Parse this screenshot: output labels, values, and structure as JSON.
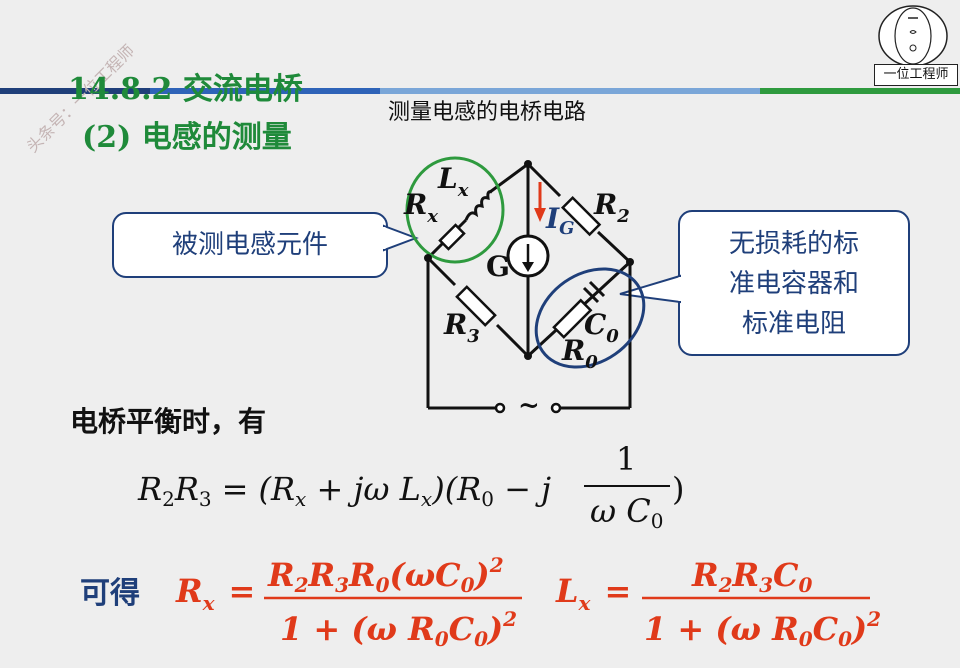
{
  "slide": {
    "section_title": "14.8.2  交流电桥",
    "subsection_title": "(2)  电感的测量",
    "circuit_title": "测量电感的电桥电路",
    "watermark": "头条号：一位工程师",
    "logo_label": "一位工程师",
    "callout_left": "被测电感元件",
    "callout_right_lines": [
      "无损耗的标",
      "准电容器和",
      "标准电阻"
    ],
    "balance_text": "电桥平衡时，有",
    "result_label": "可得"
  },
  "circuit": {
    "Lx": "L",
    "Lx_sub": "x",
    "Rx": "R",
    "Rx_sub": "x",
    "R2": "R",
    "R2_sub": "2",
    "R3": "R",
    "R3_sub": "3",
    "C0": "C",
    "C0_sub": "0",
    "R0": "R",
    "R0_sub": "0",
    "G": "G",
    "IG": "I",
    "IG_sub": "G",
    "source": "~"
  },
  "colors": {
    "title_green": "#1f8a3a",
    "callout_blue": "#1f3f7a",
    "accent_red": "#e03a1a",
    "ring_green": "#2e9a3e",
    "ring_blue": "#1f3f7a"
  },
  "equations": {
    "balance": {
      "lhs": "R",
      "lhs_sub1": "2",
      "lhs2": "R",
      "lhs_sub2": "3",
      "eq": "=",
      "t1": "(R",
      "t1_sub": "x",
      "t2": " + jω L",
      "t2_sub": "x",
      "t3": ")(R",
      "t3_sub": "0",
      "t4": " − j",
      "frac_num": "1",
      "frac_den": "ω C",
      "frac_den_sub": "0",
      "close": ")"
    },
    "rx": {
      "lhs": "R",
      "lhs_sub": "x",
      "eq": "=",
      "num": "R",
      "num_s1": "2",
      "num2": "R",
      "num_s2": "3",
      "num3": "R",
      "num_s3": "0",
      "num4": "(ωC",
      "num_s4": "0",
      "num5": ")",
      "num_sup": "2",
      "den": "1 + (ω R",
      "den_s1": "0",
      "den2": "C",
      "den_s2": "0",
      "den3": ")",
      "den_sup": "2"
    },
    "lx": {
      "lhs": "L",
      "lhs_sub": "x",
      "eq": "=",
      "num": "R",
      "num_s1": "2",
      "num2": "R",
      "num_s2": "3",
      "num3": "C",
      "num_s3": "0",
      "den": "1 + (ω R",
      "den_s1": "0",
      "den2": "C",
      "den_s2": "0",
      "den3": ")",
      "den_sup": "2"
    }
  }
}
